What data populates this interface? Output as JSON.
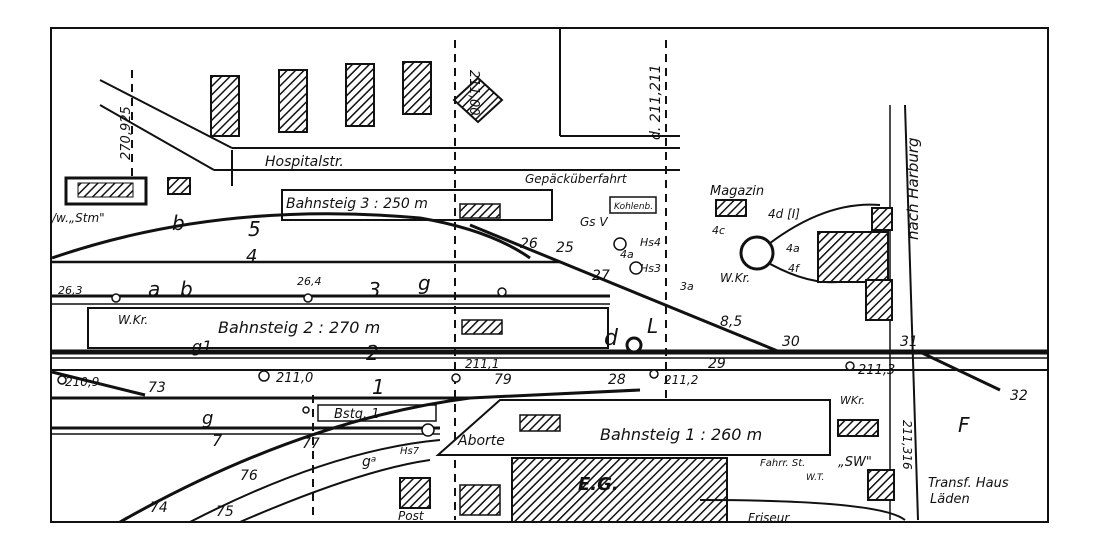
{
  "streets": {
    "hospital": "Hospitalstr."
  },
  "areas": {
    "gepaeck": "Gepäcküberfahrt",
    "magazin": "Magazin",
    "harburg": "nach Harburg",
    "kohlen": "Kohlenb.",
    "aborte": "Aborte",
    "eg": "E.G.",
    "post": "Post",
    "friseur": "Friseur",
    "transf": "Transf. Haus",
    "laeden": "Läden",
    "fahrst": "Fahrr. St.",
    "sw": "„SW\"",
    "stm": "/w.„Stm\"",
    "wt": "W.T."
  },
  "platforms": {
    "p3": "Bahnsteig 3 : 250 m",
    "p2": "Bahnsteig 2 : 270 m",
    "p1": "Bahnsteig 1 : 260 m",
    "bstg1": "Bstg. 1"
  },
  "kilometres": {
    "k1": "270,925",
    "k2": "211,00",
    "k3": "d. 211,211",
    "k4": "211,0",
    "k5": "211,1",
    "k6": "211,2",
    "k7": "211,3",
    "k8": "210,9",
    "k9": "26,4",
    "k10": "26,3",
    "k11": "211,316"
  },
  "tracks": {
    "t5": "5",
    "t4": "4",
    "t3": "3",
    "t2": "2",
    "t1": "1",
    "t7": "7",
    "b": "b",
    "a": "a",
    "g": "g",
    "d": "d",
    "L": "L",
    "F": "F",
    "g1": "g1",
    "ga": "gᵃ"
  },
  "switches": {
    "s25": "25",
    "s26": "26",
    "s27": "27",
    "s28": "28",
    "s29": "29",
    "s30": "30",
    "s31": "31",
    "s32": "32",
    "s73": "73",
    "s74": "74",
    "s75": "75",
    "s76": "76",
    "s77": "77",
    "s79": "79",
    "s85": "8,5"
  },
  "signals": {
    "gs": "Gs V",
    "hs4": "Hs4",
    "hs3": "Hs3",
    "hs7": "Hs7",
    "wkr1": "W.Kr.",
    "wkr2": "W.Kr.",
    "wkr3": "WKr.",
    "c4": "4c",
    "a4": "4a",
    "a4b": "4a",
    "f4": "4f",
    "d4": "4d [I]",
    "a3": "3a"
  }
}
